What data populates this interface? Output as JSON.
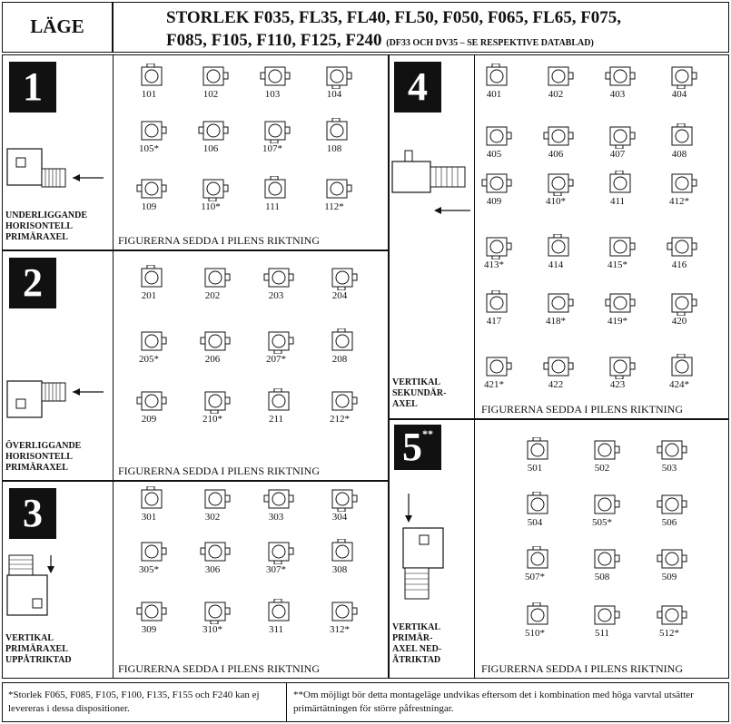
{
  "header": {
    "left_title": "LÄGE",
    "line1": "STORLEK F035, FL35, FL40, FL50, F050, F065, FL65, F075,",
    "line2": "F085, F105, F110, F125, F240",
    "line2_note": "(DF33 OCH DV35 – SE RESPEKTIVE DATABLAD)"
  },
  "panels": [
    {
      "number": "1",
      "title": [
        "UNDERLIGGANDE",
        "HORISONTELL",
        "PRIMÄRAXEL"
      ],
      "caption": "FIGURERNA SEDDA I PILENS RIKTNING",
      "figures": [
        "101",
        "102",
        "103",
        "104",
        "105*",
        "106",
        "107*",
        "108",
        "109",
        "110*",
        "111",
        "112*"
      ]
    },
    {
      "number": "2",
      "title": [
        "ÖVERLIGGANDE",
        "HORISONTELL",
        "PRIMÄRAXEL"
      ],
      "caption": "FIGURERNA SEDDA I PILENS RIKTNING",
      "figures": [
        "201",
        "202",
        "203",
        "204",
        "205*",
        "206",
        "207*",
        "208",
        "209",
        "210*",
        "211",
        "212*"
      ]
    },
    {
      "number": "3",
      "title": [
        "VERTIKAL",
        "PRIMÄRAXEL",
        "UPPÅTRIKTAD"
      ],
      "caption": "FIGURERNA SEDDA I PILENS RIKTNING",
      "figures": [
        "301",
        "302",
        "303",
        "304",
        "305*",
        "306",
        "307*",
        "308",
        "309",
        "310*",
        "311",
        "312*"
      ]
    },
    {
      "number": "4",
      "title": [
        "VERTIKAL",
        "SEKUNDÄR-",
        "AXEL"
      ],
      "caption": "FIGURERNA SEDDA I PILENS RIKTNING",
      "figures": [
        "401",
        "402",
        "403",
        "404",
        "405",
        "406",
        "407",
        "408",
        "409",
        "410*",
        "411",
        "412*",
        "413*",
        "414",
        "415*",
        "416",
        "417",
        "418*",
        "419*",
        "420",
        "421*",
        "422",
        "423",
        "424*"
      ]
    },
    {
      "number": "5",
      "number_sup": "**",
      "title": [
        "VERTIKAL",
        "PRIMÄR-",
        "AXEL NED-",
        "ÅTRIKTAD"
      ],
      "caption": "FIGURERNA SEDDA I PILENS RIKTNING",
      "figures": [
        "501",
        "502",
        "503",
        "504",
        "505*",
        "506",
        "507*",
        "508",
        "509",
        "510*",
        "511",
        "512*"
      ]
    }
  ],
  "footer": {
    "note1": "*Storlek F065, F085, F105, F100, F135, F155 och F240 kan ej levereras i dessa dispositioner.",
    "note2": "**Om möjligt bör detta montageläge undvikas eftersom det i kombination med höga varvtal utsätter primärtätningen för större påfrestningar."
  }
}
